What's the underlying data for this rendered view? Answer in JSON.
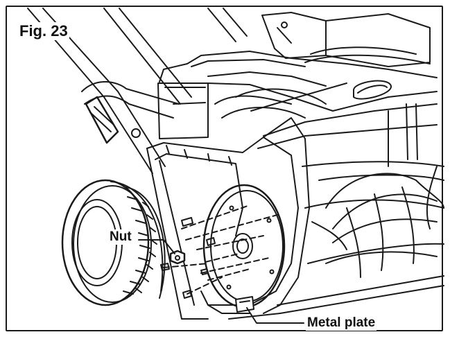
{
  "figure": {
    "title": "Fig. 23",
    "callouts": [
      {
        "id": "nut",
        "text": "Nut"
      },
      {
        "id": "metal-plate",
        "text": "Metal plate"
      }
    ],
    "line_color": "#1a1a1a",
    "background": "#ffffff"
  }
}
